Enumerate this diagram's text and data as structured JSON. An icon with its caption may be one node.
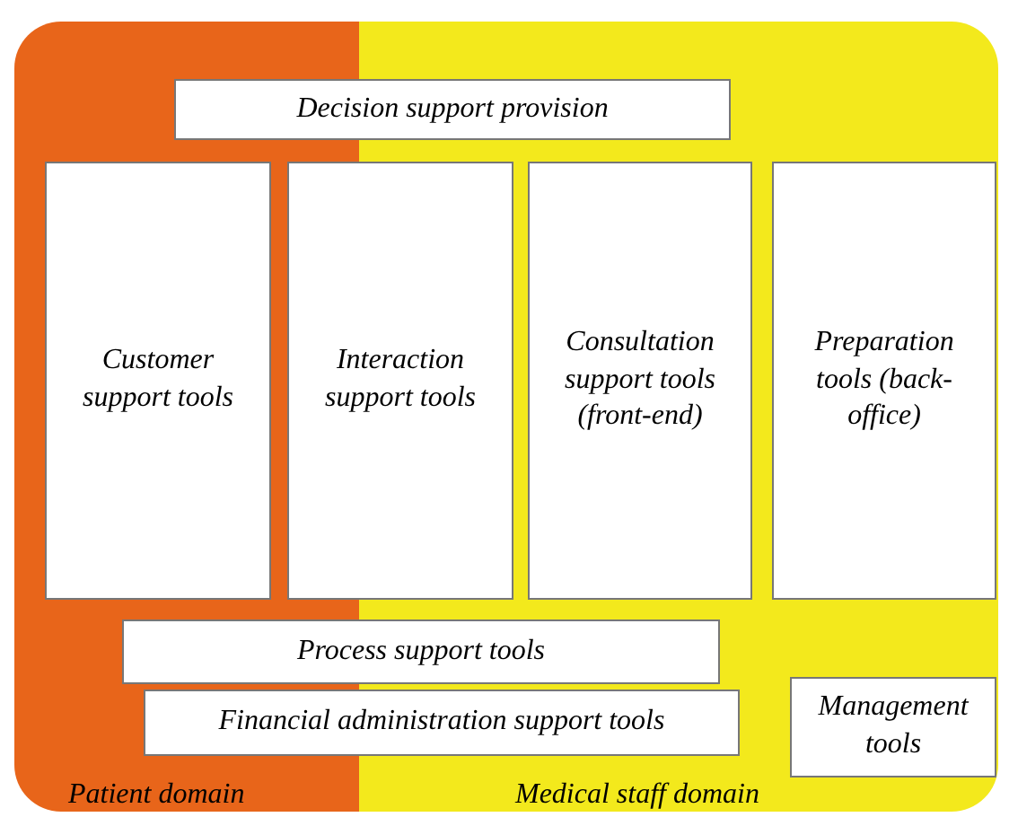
{
  "diagram": {
    "nodes": [
      {
        "text": [
          "Patient domain"
        ]
      },
      {
        "text": [
          "Medical staff domain"
        ]
      },
      {
        "text": [
          "Decision support provision"
        ]
      },
      {
        "text": [
          "Customer support tools"
        ],
        "in": 0
      },
      {
        "text": [
          "Interaction support tools"
        ]
      },
      {
        "text": [
          "Consultation support tools (front-end)"
        ],
        "in": 1
      },
      {
        "text": [
          "Preparation tools (back-office)"
        ],
        "in": 1
      },
      {
        "text": [
          "Process support tools"
        ]
      },
      {
        "text": [
          "Financial administration support tools"
        ]
      },
      {
        "text": [
          "Management tools"
        ],
        "in": 1
      }
    ]
  }
}
